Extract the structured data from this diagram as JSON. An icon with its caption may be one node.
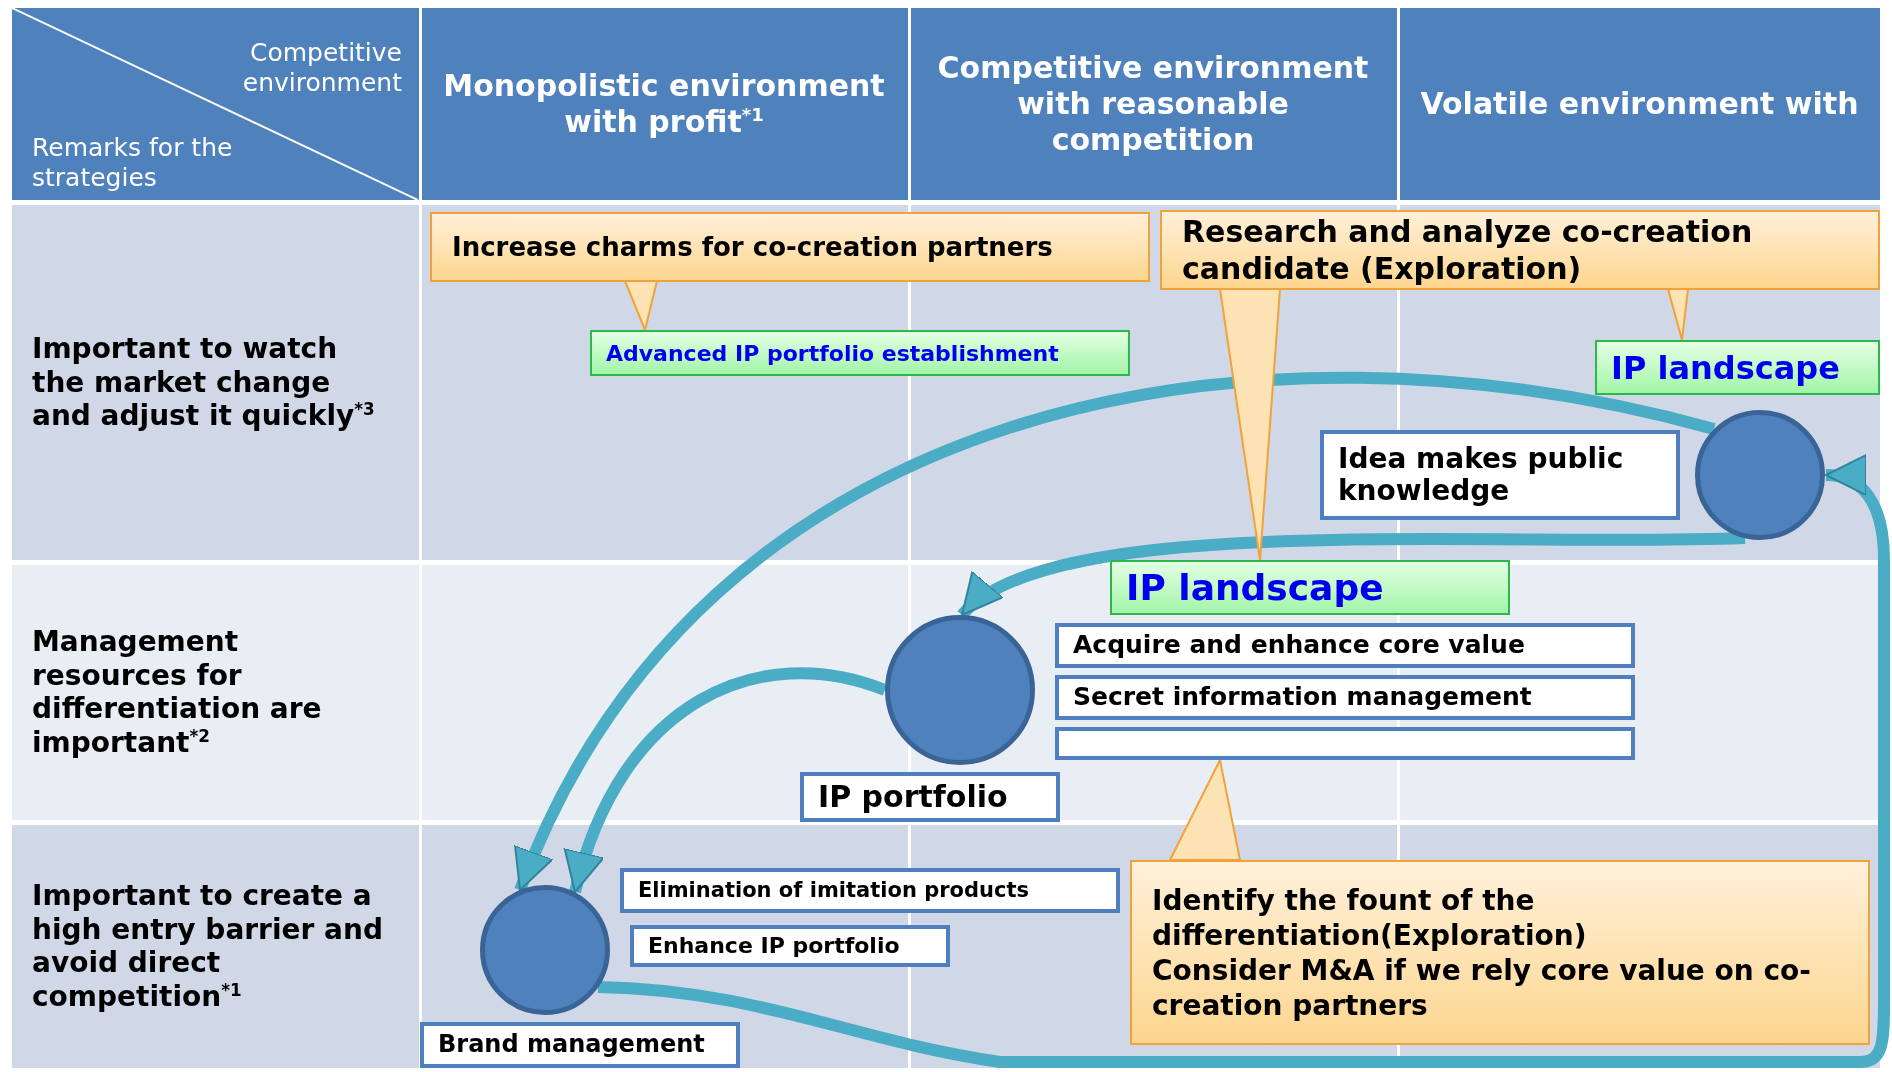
{
  "diagram": {
    "nodes": [
      {
        "text": [
          "Competitive environment",
          "Remarks for the strategies"
        ]
      },
      {
        "text": [
          "Monopolistic environment with profit$^{*1}$"
        ]
      },
      {
        "text": [
          "Competitive environment with reasonable competition"
        ]
      },
      {
        "text": [
          "Volatile environment with"
        ]
      },
      {
        "text": [
          "Important to watch the market change and adjust it quickly$^{*3}$"
        ]
      },
      {
        "text": [
          "Management resources for differentiation are important$^{*2}$"
        ]
      },
      {
        "text": [
          "Important to create a high entry barrier and avoid direct competition$^{*1}$"
        ]
      },
      {
        "text": [
          "Increase charms for co-creation partners"
        ]
      },
      {
        "text": [
          "Research and analyze co-creation candidate (Exploration)"
        ]
      },
      {
        "text": [
          "Identify the fount of the differentiation(Exploration)",
          "Consider M&A if we rely core value on co-creation partners"
        ]
      },
      {
        "text": [],
        "shape": "circle"
      },
      {
        "text": [],
        "shape": "circle"
      },
      {
        "text": [],
        "shape": "circle"
      },
      {
        "text": [
          "IP landscape"
        ]
      },
      {
        "text": [
          "Idea makes public knowledge"
        ]
      },
      {
        "text": [
          "IP landscape"
        ]
      },
      {
        "text": [
          "Acquire and enhance core value"
        ]
      },
      {
        "text": [
          "Secret information management"
        ]
      },
      {
        "text": [],
        "shape": "box"
      },
      {
        "text": [
          "Elimination of imitation products"
        ]
      },
      {
        "text": [
          "Enhance IP portfolio"
        ]
      },
      {
        "text": [
          "Brand management"
        ]
      },
      {
        "text": [
          "Advanced IP portfolio establishment"
        ]
      },
      {
        "text": [
          "IP portfolio"
        ]
      }
    ],
    "edges": [
      {
        "from": 10,
        "to": 12,
        "arrow": "to"
      },
      {
        "from": 10,
        "to": 11,
        "arrow": "to"
      },
      {
        "from": 11,
        "to": 12,
        "arrow": "to"
      },
      {
        "from": 12,
        "to": 10,
        "arrow": "to"
      },
      {
        "from": 7,
        "to": 22,
        "arrow": "to",
        "color": "#f2a23a"
      },
      {
        "from": 8,
        "to": 13,
        "arrow": "to",
        "color": "#f2a23a"
      },
      {
        "from": 8,
        "to": 15,
        "arrow": "to",
        "color": "#f2a23a"
      },
      {
        "from": 9,
        "to": 18,
        "arrow": "to",
        "color": "#f2a23a"
      }
    ]
  }
}
